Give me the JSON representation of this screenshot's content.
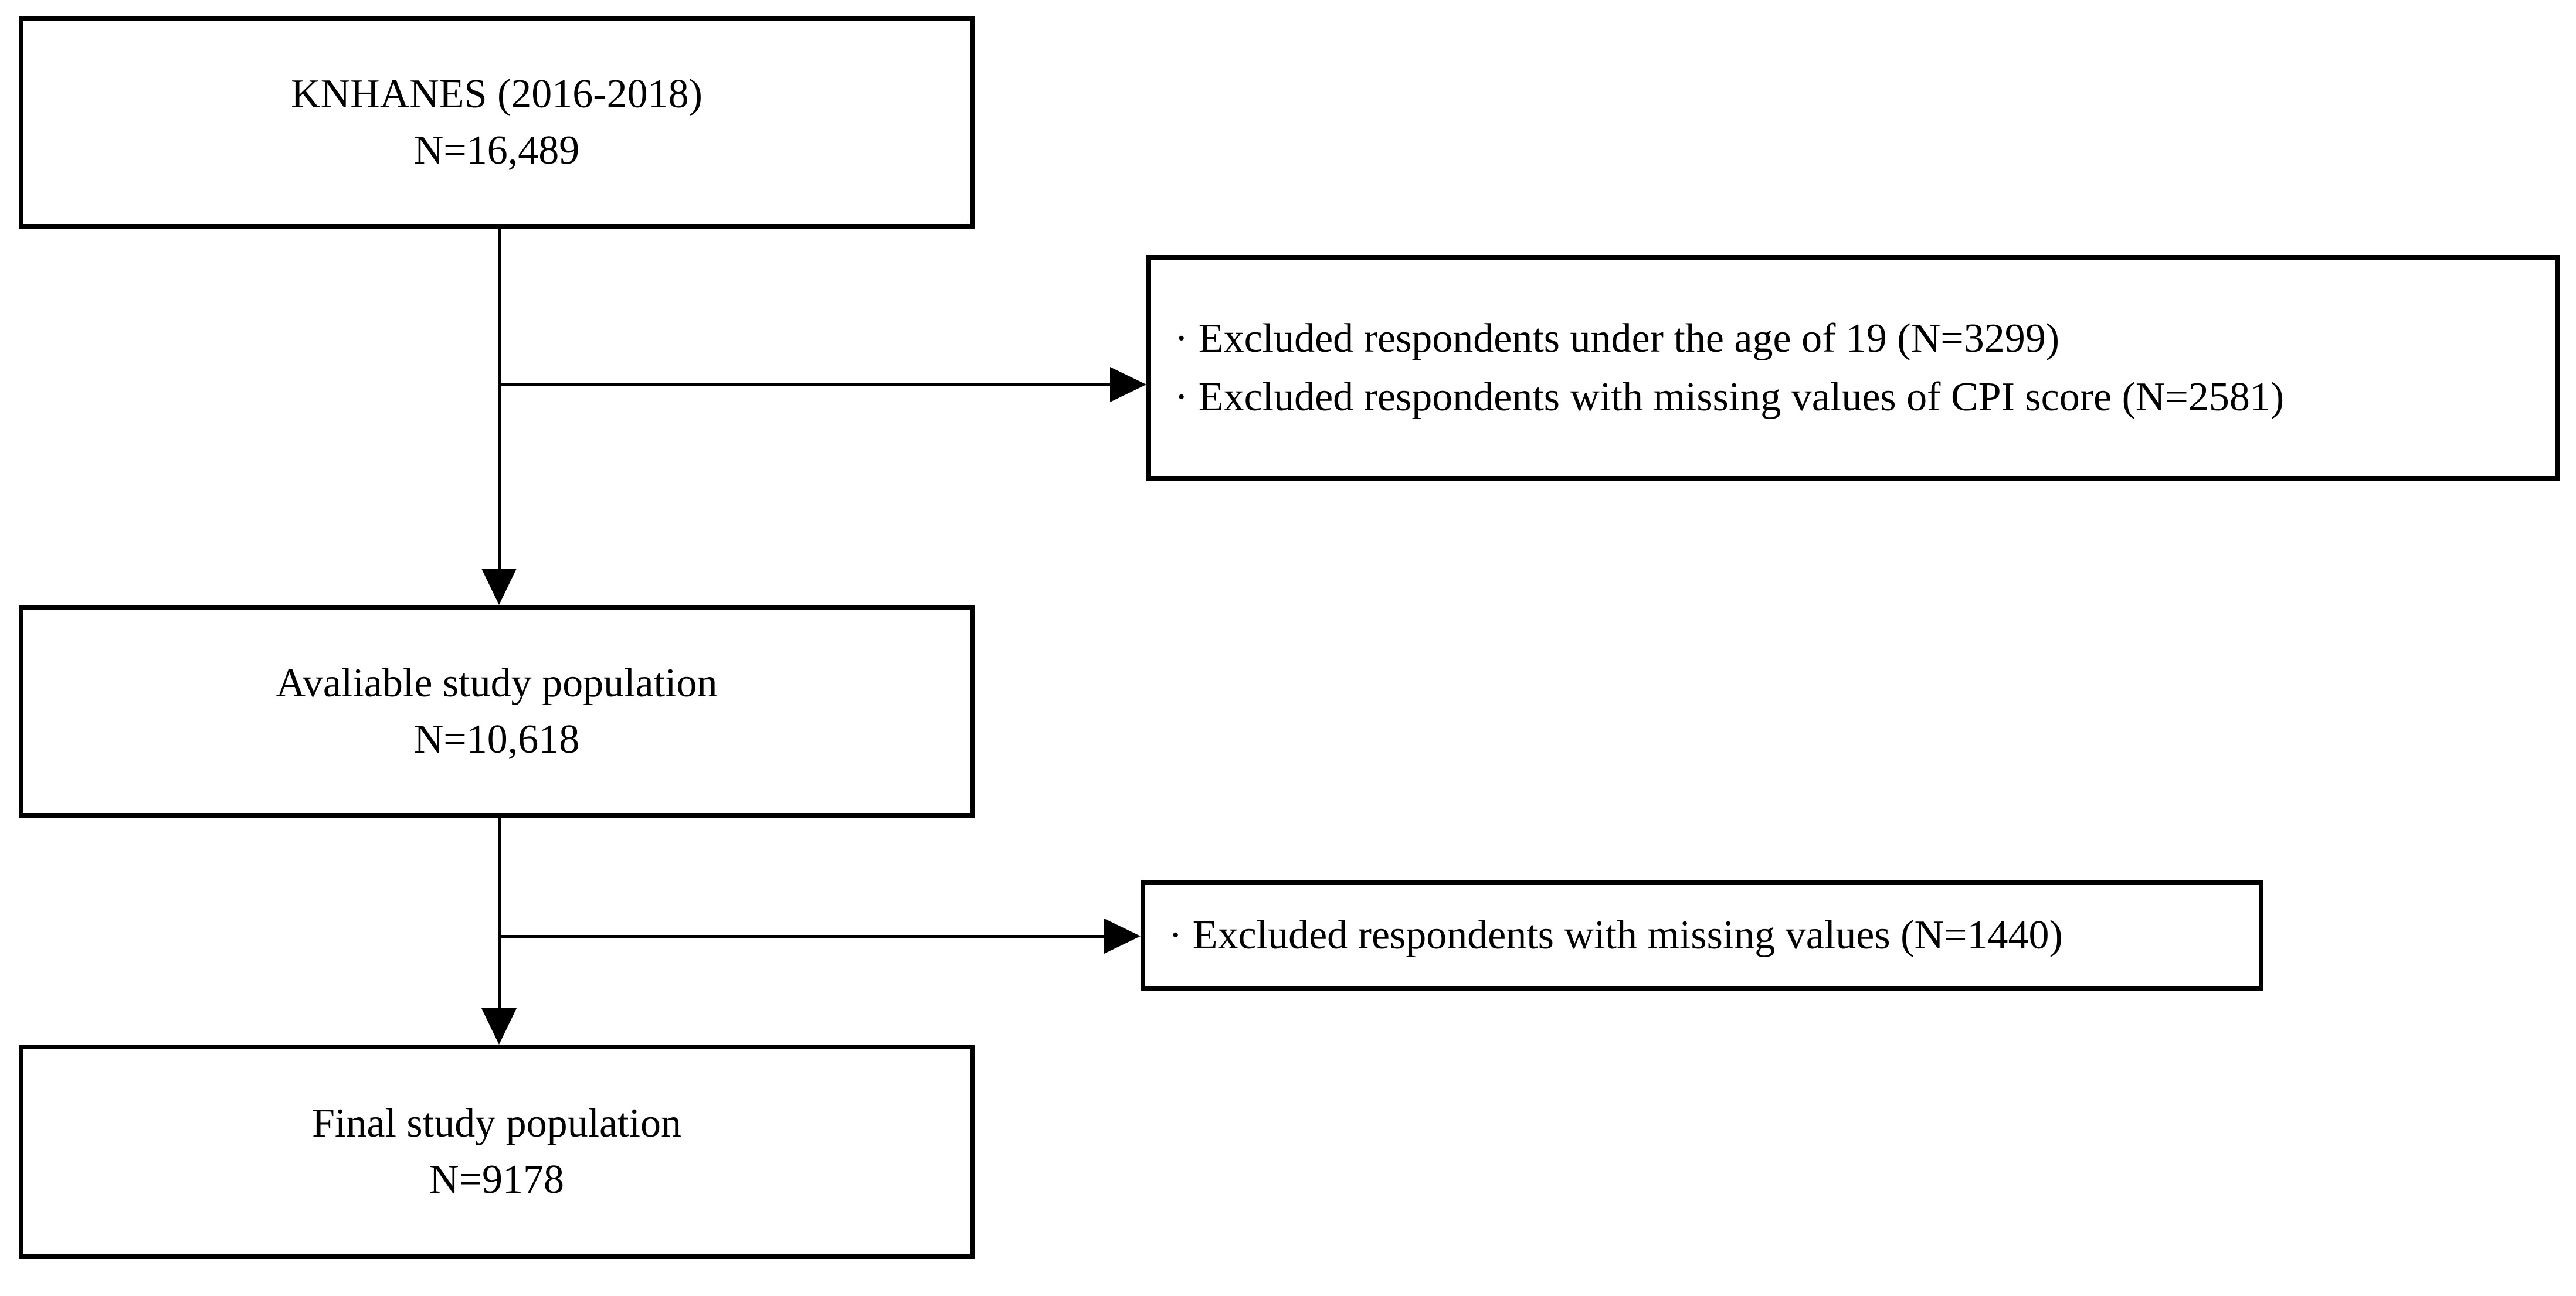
{
  "diagram": {
    "title_semantic": "study-population-flowchart",
    "colors": {
      "border": "#000000",
      "text": "#000000",
      "background": "#ffffff"
    },
    "icons": {
      "arrowhead_down": "css-triangle-down",
      "arrowhead_right": "css-triangle-right"
    },
    "boxes": {
      "source": {
        "line1": "KNHANES (2016-2018)",
        "line2": "N=16,489"
      },
      "available": {
        "line1": "Avaliable study population",
        "line2": "N=10,618"
      },
      "final": {
        "line1": "Final study population",
        "line2": "N=9178"
      }
    },
    "exclusions": {
      "first": {
        "line1": "· Excluded respondents under the age of 19 (N=3299)",
        "line2": "· Excluded respondents with missing values of CPI score (N=2581)"
      },
      "second": {
        "line1": "· Excluded respondents with missing values (N=1440)"
      }
    }
  }
}
